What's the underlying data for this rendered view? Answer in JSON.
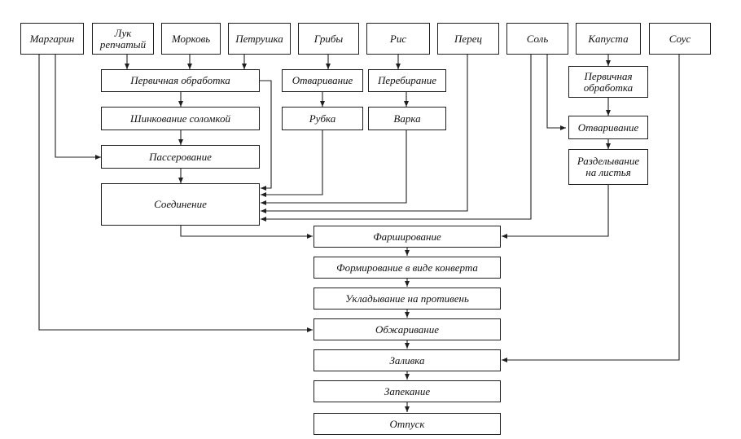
{
  "ingredients": {
    "margarine": "Маргарин",
    "onion": "Лук репчатый",
    "carrot": "Морковь",
    "parsley": "Петрушка",
    "mushrooms": "Грибы",
    "rice": "Рис",
    "pepper": "Перец",
    "salt": "Соль",
    "cabbage": "Капуста",
    "sauce": "Соус"
  },
  "steps": {
    "primary_processing": "Первичная обработка",
    "julienne": "Шинкование соломкой",
    "sauteing": "Пассерование",
    "combining": "Соединение",
    "mushrooms_boiling": "Отваривание",
    "mushrooms_chopping": "Рубка",
    "rice_sorting": "Перебирание",
    "rice_cooking": "Варка",
    "cabbage_primary": "Первичная обработка",
    "cabbage_boiling": "Отваривание",
    "cabbage_leaves": "Разделывание на листья",
    "stuffing": "Фарширование",
    "envelope_forming": "Формирование в виде конверта",
    "laying_on_tray": "Укладывание на противень",
    "frying": "Обжаривание",
    "pouring": "Заливка",
    "baking": "Запекание",
    "serving": "Отпуск"
  },
  "colors": {
    "stroke": "#1f1f1f",
    "text": "#111111"
  }
}
